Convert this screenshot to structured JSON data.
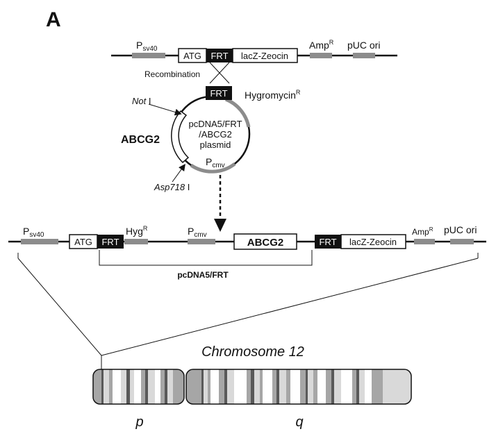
{
  "panel_label": "A",
  "top_construct": {
    "promoter": "P",
    "promoter_sub": "sv40",
    "atg": "ATG",
    "frt": "FRT",
    "lacz": "lacZ-Zeocin",
    "amp": "Amp",
    "amp_sup": "R",
    "puc": "pUC ori"
  },
  "recombination_label": "Recombination",
  "plasmid": {
    "frt": "FRT",
    "hygromycin": "Hygromycin",
    "hygromycin_sup": "R",
    "not_site": "Not",
    "not_site_suffix": " I",
    "insert_label": "ABCG2",
    "name_line1": "pcDNA5/FRT",
    "name_line2": "/ABCG2",
    "name_line3": "plasmid",
    "pcmv": "P",
    "pcmv_sub": "cmv",
    "asp_site": "Asp718",
    "asp_site_suffix": " I"
  },
  "integrated_construct": {
    "promoter": "P",
    "promoter_sub": "sv40",
    "atg": "ATG",
    "frt1": "FRT",
    "hyg": "Hyg",
    "hyg_sup": "R",
    "pcmv": "P",
    "pcmv_sub": "cmv",
    "abcg2": "ABCG2",
    "frt2": "FRT",
    "lacz": "lacZ-Zeocin",
    "amp": "Amp",
    "amp_sup": "R",
    "puc": "pUC ori",
    "bracket_label": "pcDNA5/FRT"
  },
  "chromosome": {
    "title": "Chromosome 12",
    "p_arm": "p",
    "q_arm": "q"
  },
  "colors": {
    "line": "#111111",
    "gray_segment": "#8c8c8c",
    "frt_box": "#111111",
    "band_light": "#d9d9d9",
    "band_mid": "#a6a6a6",
    "band_dark": "#595959"
  }
}
